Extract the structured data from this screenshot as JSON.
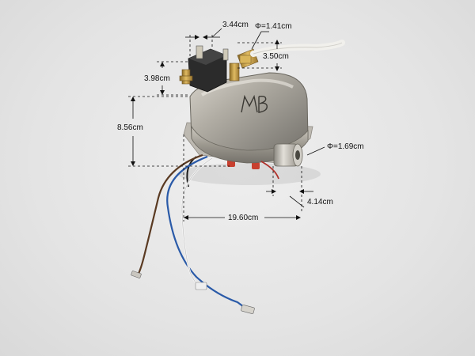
{
  "dimensions": {
    "valve_width": "3.44cm",
    "outlet_diameter": "Φ=1.41cm",
    "valve_height": "3.98cm",
    "outlet_height": "3.50cm",
    "body_height": "8.56cm",
    "nozzle_diameter": "Φ=1.69cm",
    "nozzle_length": "4.14cm",
    "body_length": "19.60cm"
  },
  "logo_text": "MB",
  "colors": {
    "background": "#e6e6e6",
    "steel": "#a9a59c",
    "solenoid": "#2b2b2b",
    "brass": "#c9a24a",
    "wire_blue": "#2a5aa8",
    "wire_brown": "#5a3a22",
    "wire_white": "#f4f4f4"
  }
}
